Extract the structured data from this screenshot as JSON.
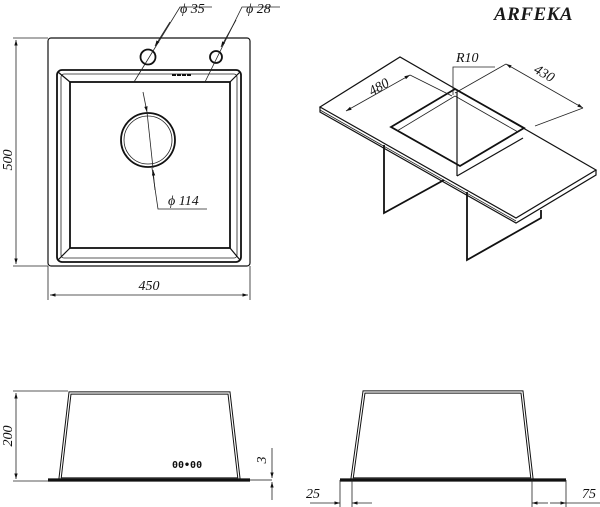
{
  "brand": "ARFEKA",
  "top_view": {
    "hole_left_label": "ϕ 35",
    "hole_right_label": "ϕ 28",
    "drain_label": "ϕ 114",
    "height_label": "500",
    "width_label": "450"
  },
  "iso_view": {
    "radius_label": "R10",
    "depth_label": "480",
    "width_label": "430"
  },
  "front_view": {
    "height_label": "200",
    "rim_label": "3",
    "overflow_glyph": "00•00"
  },
  "side_view": {
    "left_flange_label": "25",
    "right_flange_label": "75"
  },
  "colors": {
    "line": "#111111",
    "background": "#ffffff"
  }
}
